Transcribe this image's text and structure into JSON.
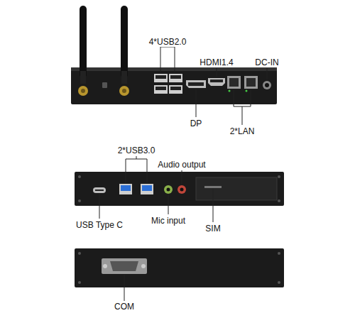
{
  "diagram": {
    "labels": [
      "4*USB2.0",
      "HDMI1.4",
      "DC-IN",
      "DP",
      "2*LAN",
      "2*USB3.0",
      "Audio output",
      "USB Type C",
      "Mic input",
      "SIM",
      "COM"
    ]
  }
}
